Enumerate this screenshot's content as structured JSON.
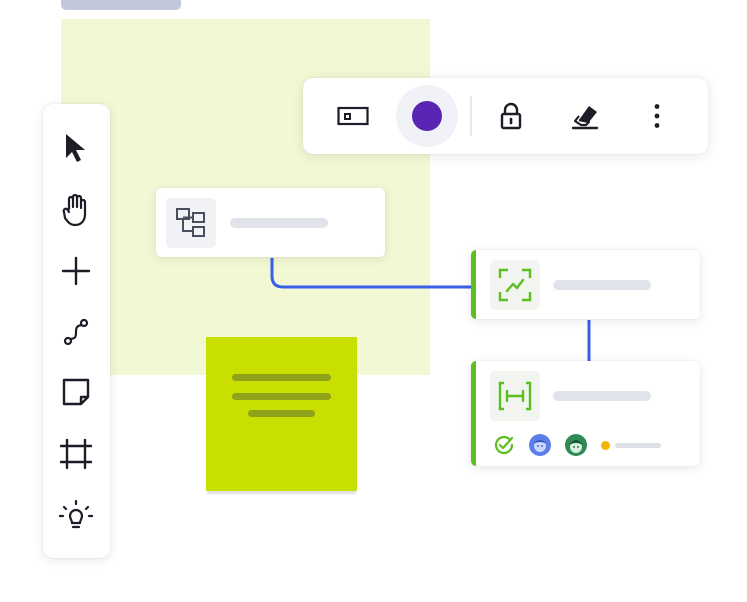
{
  "colors": {
    "accent_connector": "#3a5fe8",
    "selected_fill": "#5b25b4",
    "card_accent": "#5dbe1f",
    "sticky_fill": "#c8df00",
    "frame_fill": "#f2f8d3",
    "status_dot": "#f2b500"
  },
  "toolbar": {
    "tools": [
      {
        "icon": "cursor-icon"
      },
      {
        "icon": "hand-icon"
      },
      {
        "icon": "plus-icon"
      },
      {
        "icon": "connector-icon"
      },
      {
        "icon": "sticky-note-icon"
      },
      {
        "icon": "frame-icon"
      },
      {
        "icon": "lightbulb-icon"
      }
    ]
  },
  "context_toolbar": {
    "buttons": [
      {
        "icon": "text-box-icon"
      },
      {
        "icon": "color-picker",
        "color": "#5b25b4"
      },
      {
        "icon": "lock-icon"
      },
      {
        "icon": "eraser-icon"
      },
      {
        "icon": "more-vertical-icon"
      }
    ]
  },
  "cards": [
    {
      "icon": "hierarchy-icon"
    },
    {
      "icon": "trend-chart-icon"
    },
    {
      "icon": "span-icon",
      "meta": [
        "check-circle-icon",
        "avatar-blue",
        "avatar-green",
        "status-dot"
      ]
    }
  ]
}
